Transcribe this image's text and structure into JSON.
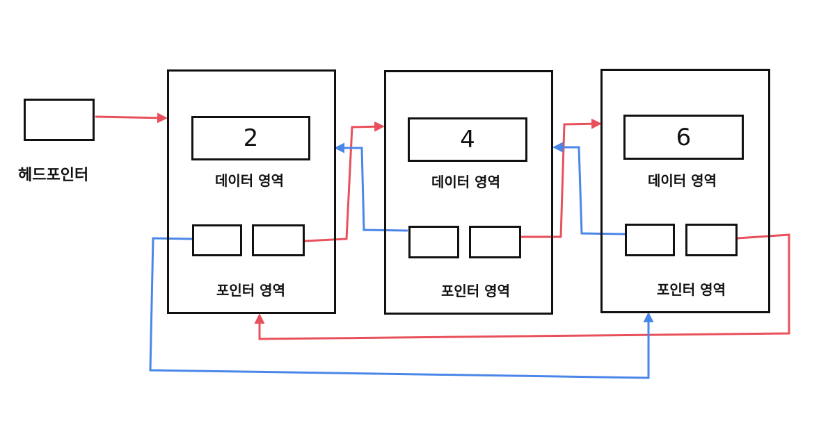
{
  "head_pointer": {
    "label": "헤드포인터"
  },
  "nodes": [
    {
      "value": "2",
      "data_label": "데이터 영역",
      "pointer_label": "포인터 영역"
    },
    {
      "value": "4",
      "data_label": "데이터 영역",
      "pointer_label": "포인터 영역"
    },
    {
      "value": "6",
      "data_label": "데이터 영역",
      "pointer_label": "포인터 영역"
    }
  ],
  "colors": {
    "next_link": "#e8505b",
    "prev_link": "#4a86e8",
    "stroke": "#111111"
  }
}
